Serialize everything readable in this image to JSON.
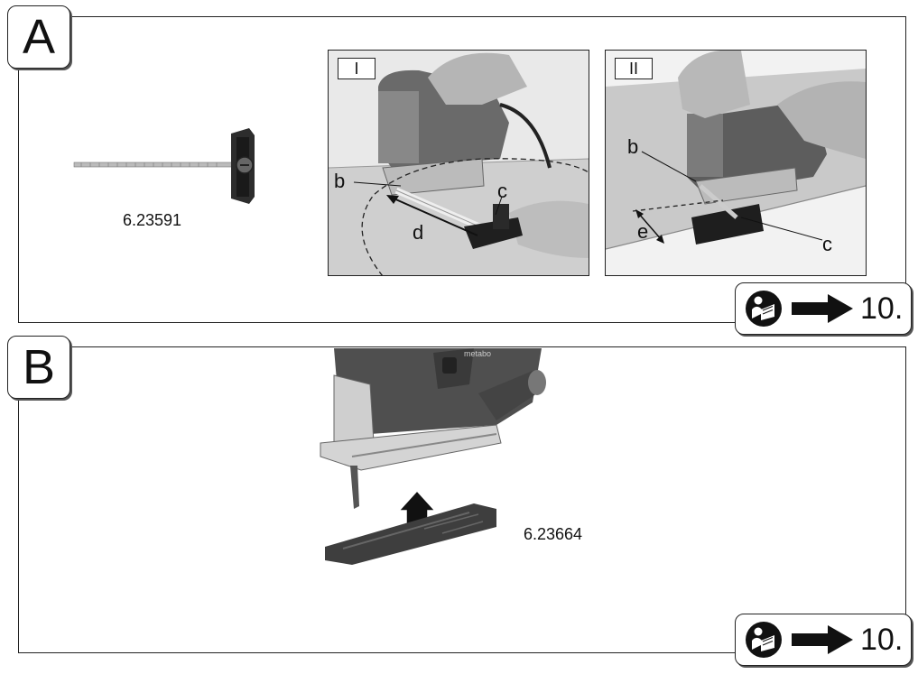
{
  "section_a": {
    "letter": "A",
    "accessory_part_number": "6.23591",
    "panel_1": {
      "tag": "I",
      "callouts": {
        "b": "b",
        "c": "c",
        "d": "d"
      }
    },
    "panel_2": {
      "tag": "II",
      "callouts": {
        "b": "b",
        "c": "c",
        "e": "e"
      }
    },
    "reference": {
      "icon": "read-manual-icon",
      "arrow": "arrow-right-icon",
      "text": "10."
    }
  },
  "section_b": {
    "letter": "B",
    "brand_on_tool": "metabo",
    "accessory_part_number": "6.23664",
    "reference": {
      "icon": "read-manual-icon",
      "arrow": "arrow-right-icon",
      "text": "10."
    }
  }
}
